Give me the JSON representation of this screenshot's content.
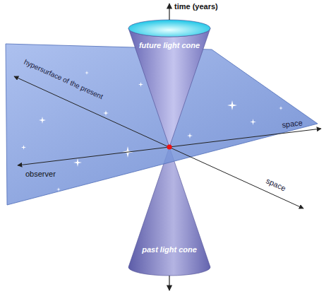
{
  "diagram": {
    "labels": [
      "time (years)",
      "future light cone",
      "hypersurface of the present",
      "space",
      "space",
      "observer",
      "past light cone"
    ]
  }
}
